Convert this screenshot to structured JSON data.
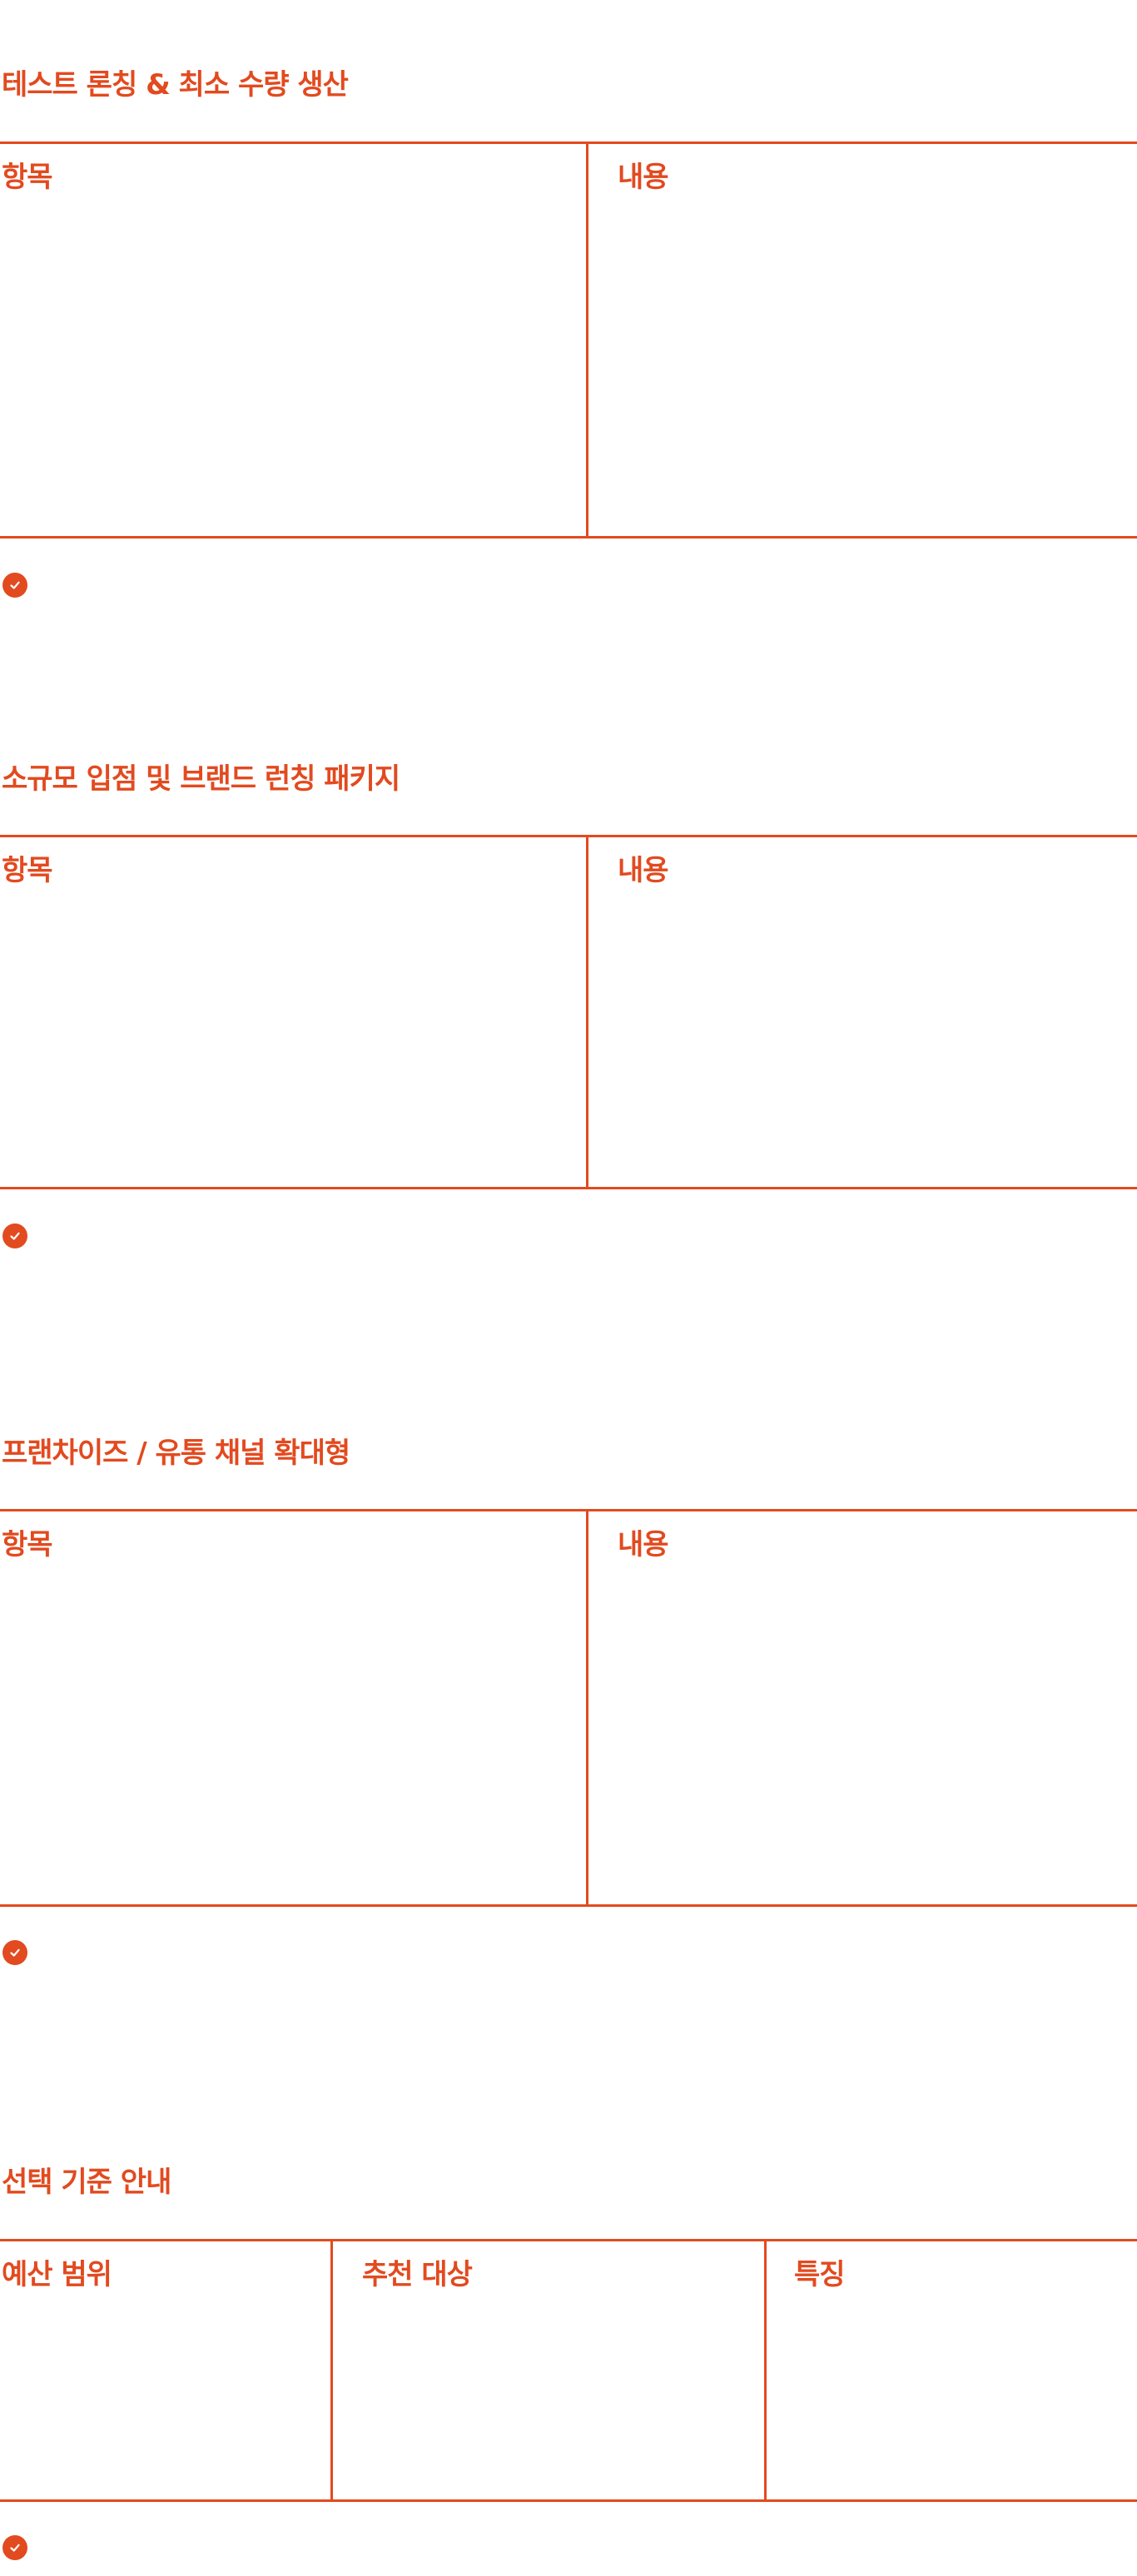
{
  "accent_color": "#e24a1f",
  "sections": [
    {
      "title": "테스트 론칭 & 최소 수량 생산",
      "headers": [
        "항목",
        "내용"
      ],
      "note_icon": "check-circle-icon"
    },
    {
      "title": "소규모 입점 및 브랜드 런칭 패키지",
      "headers": [
        "항목",
        "내용"
      ],
      "note_icon": "check-circle-icon"
    },
    {
      "title": "프랜차이즈 / 유통 채널 확대형",
      "headers": [
        "항목",
        "내용"
      ],
      "note_icon": "check-circle-icon"
    },
    {
      "title": "선택 기준 안내",
      "headers": [
        "예산 범위",
        "추천 대상",
        "특징"
      ],
      "note_icon": "check-circle-icon"
    }
  ]
}
